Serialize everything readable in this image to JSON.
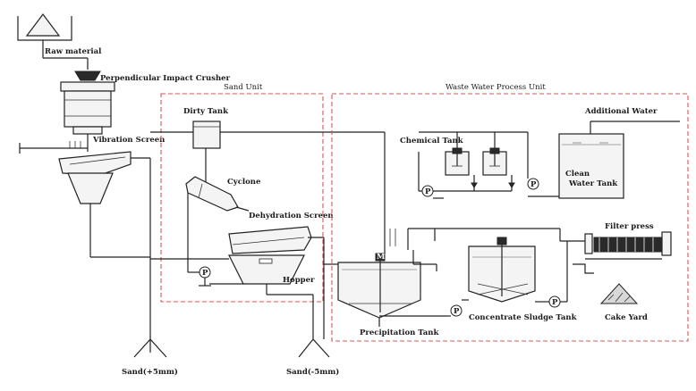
{
  "labels": {
    "raw_material": "Raw material",
    "crusher": "Perpendicular Impact Crusher",
    "sand_unit": "Sand Unit",
    "waste_unit": "Waste Water Process Unit",
    "dirty_tank": "Dirty Tank",
    "vibration_screen": "Vibration Screen",
    "chemical_tank": "Chemical Tank",
    "additional_water": "Additional Water",
    "clean_water_tank_1": "Clean",
    "clean_water_tank_2": "Water Tank",
    "cyclone": "Cyclone",
    "dehydration_screen": "Dehydration Screen",
    "filter_press": "Filter press",
    "hopper": "Hopper",
    "precipitation_tank": "Precipitation Tank",
    "concentrate_sludge_tank": "Concentrate Sludge Tank",
    "cake_yard": "Cake Yard",
    "sand_coarse": "Sand(+5mm)",
    "sand_fine": "Sand(-5mm)"
  },
  "pump_symbol": "P",
  "motor_symbol": "M"
}
